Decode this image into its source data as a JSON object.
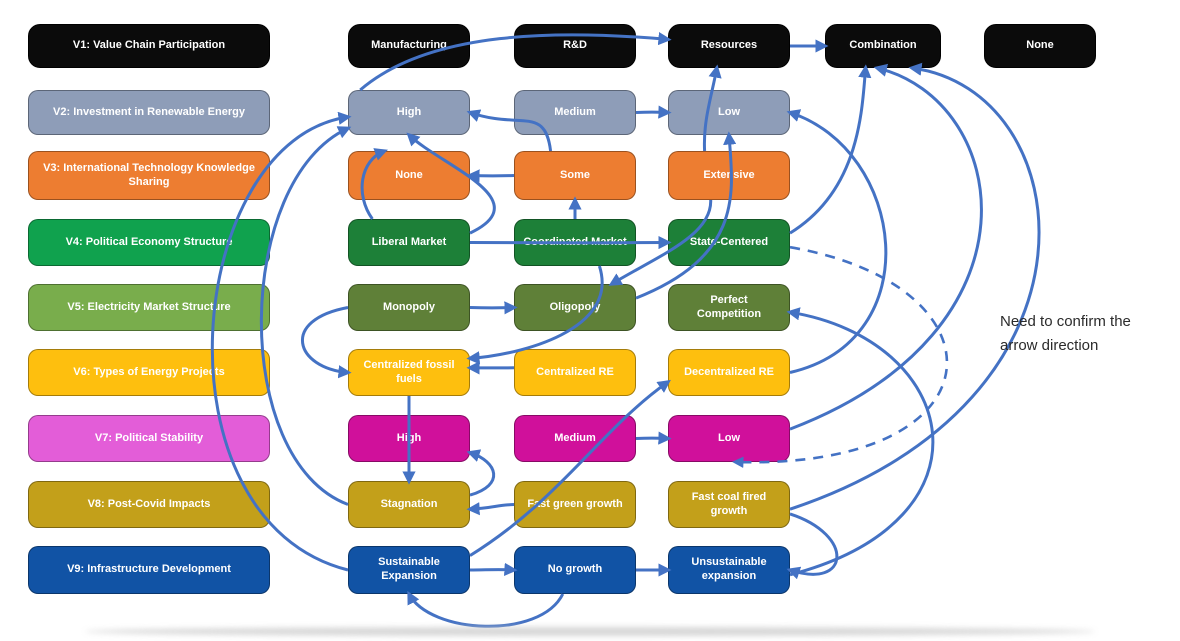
{
  "note": "Need to confirm the arrow direction",
  "arrow_color": "#4472C4",
  "rows": [
    {
      "id": "r1",
      "label": "V1: Value Chain Participation",
      "label_color": "#0b0b0b",
      "option_color": "#0b0b0b",
      "options": [
        "Manufacturing",
        "R&D",
        "Resources",
        "Combination",
        "None"
      ]
    },
    {
      "id": "r2",
      "label": "V2: Investment in Renewable Energy",
      "label_color": "#8e9db8",
      "option_color": "#8e9db8",
      "options": [
        "High",
        "Medium",
        "Low"
      ]
    },
    {
      "id": "r3",
      "label": "V3: International Technology Knowledge Sharing",
      "label_color": "#ED7D31",
      "option_color": "#ED7D31",
      "options": [
        "None",
        "Some",
        "Extensive"
      ]
    },
    {
      "id": "r4",
      "label": "V4: Political Economy Structure",
      "label_color": "#10a24e",
      "option_color": "#1d8038",
      "options": [
        "Liberal Market",
        "Coordinated Market",
        "State-Centered"
      ]
    },
    {
      "id": "r5",
      "label": "V5: Electricity Market Structure",
      "label_color": "#79ad4c",
      "option_color": "#5f8038",
      "options": [
        "Monopoly",
        "Oligopoly",
        "Perfect Competition"
      ]
    },
    {
      "id": "r6",
      "label": "V6: Types of Energy Projects",
      "label_color": "#febf0e",
      "option_color": "#febf0e",
      "options": [
        "Centralized fossil fuels",
        "Centralized RE",
        "Decentralized RE"
      ]
    },
    {
      "id": "r7",
      "label": "V7: Political Stability",
      "label_color": "#e35dd8",
      "option_color": "#d0109b",
      "options": [
        "High",
        "Medium",
        "Low"
      ]
    },
    {
      "id": "r8",
      "label": "V8: Post-Covid Impacts",
      "label_color": "#c3a01a",
      "option_color": "#c3a01a",
      "options": [
        "Stagnation",
        "Fast green growth",
        "Fast coal fired growth"
      ]
    },
    {
      "id": "r9",
      "label": "V9: Infrastructure Development",
      "label_color": "#1153a5",
      "option_color": "#1153a5",
      "options": [
        "Sustainable Expansion",
        "No growth",
        "Unsustainable expansion"
      ]
    }
  ],
  "edges": [
    {
      "from": "r1c3",
      "fs": "right",
      "ft": 0.5,
      "to": "r1c4",
      "ts": "left",
      "tt": 0.5,
      "c1": [
        800,
        46
      ],
      "c2": [
        812,
        46
      ]
    },
    {
      "from": "r2c1",
      "fs": "top",
      "ft": 0.1,
      "to": "r1c3",
      "ts": "left",
      "tt": 0.35,
      "c1": [
        430,
        30
      ],
      "c2": [
        560,
        30
      ]
    },
    {
      "from": "r7c3",
      "fs": "right",
      "ft": 0.3,
      "to": "r1c4",
      "ts": "bottom",
      "tt": 0.45,
      "c1": [
        1050,
        330
      ],
      "c2": [
        1010,
        100
      ]
    },
    {
      "from": "r8c3",
      "fs": "right",
      "ft": 0.6,
      "to": "r1c4",
      "ts": "bottom",
      "tt": 0.75,
      "c1": [
        1120,
        400
      ],
      "c2": [
        1080,
        90
      ]
    },
    {
      "from": "r2c2",
      "fs": "right",
      "ft": 0.5,
      "to": "r2c3",
      "ts": "left",
      "tt": 0.5,
      "c1": [
        648,
        112
      ],
      "c2": [
        656,
        112
      ]
    },
    {
      "from": "r3c2",
      "fs": "left",
      "ft": 0.5,
      "to": "r3c1",
      "ts": "right",
      "tt": 0.5,
      "c1": [
        500,
        176
      ],
      "c2": [
        486,
        176
      ]
    },
    {
      "from": "r4c1",
      "fs": "right",
      "ft": 0.3,
      "to": "r2c1",
      "ts": "bottom",
      "tt": 0.5,
      "c1": [
        540,
        200
      ],
      "c2": [
        440,
        165
      ]
    },
    {
      "from": "r9c1",
      "fs": "left",
      "ft": 0.5,
      "to": "r2c1",
      "ts": "left",
      "tt": 0.6,
      "c1": [
        150,
        520
      ],
      "c2": [
        185,
        140
      ]
    },
    {
      "from": "r8c1",
      "fs": "left",
      "ft": 0.5,
      "to": "r2c1",
      "ts": "left",
      "tt": 0.85,
      "c1": [
        230,
        460
      ],
      "c2": [
        235,
        180
      ]
    },
    {
      "from": "r3c2",
      "fs": "top",
      "ft": 0.3,
      "to": "r2c1",
      "ts": "right",
      "tt": 0.5,
      "c1": [
        545,
        105
      ],
      "c2": [
        520,
        130
      ]
    },
    {
      "from": "r4c2",
      "fs": "top",
      "ft": 0.5,
      "to": "r3c2",
      "ts": "bottom",
      "tt": 0.5,
      "c1": [
        575,
        205
      ],
      "c2": [
        575,
        208
      ]
    },
    {
      "from": "r5c2",
      "fs": "right",
      "ft": 0.3,
      "to": "r2c3",
      "ts": "bottom",
      "tt": 0.5,
      "c1": [
        745,
        255
      ],
      "c2": [
        733,
        190
      ]
    },
    {
      "from": "r3c3",
      "fs": "top",
      "ft": 0.3,
      "to": "r1c3",
      "ts": "bottom",
      "tt": 0.4,
      "c1": [
        703,
        120
      ],
      "c2": [
        712,
        95
      ]
    },
    {
      "from": "r4c1",
      "fs": "top",
      "ft": 0.2,
      "to": "r3c1",
      "ts": "top",
      "tt": 0.3,
      "c1": [
        355,
        195
      ],
      "c2": [
        360,
        160
      ]
    },
    {
      "from": "r4c1",
      "fs": "right",
      "ft": 0.5,
      "to": "r4c3",
      "ts": "left",
      "tt": 0.5,
      "c1": [
        550,
        243
      ],
      "c2": [
        600,
        243
      ]
    },
    {
      "from": "r5c1",
      "fs": "right",
      "ft": 0.5,
      "to": "r5c2",
      "ts": "left",
      "tt": 0.5,
      "c1": [
        486,
        308
      ],
      "c2": [
        498,
        308
      ]
    },
    {
      "from": "r3c3",
      "fs": "bottom",
      "ft": 0.35,
      "to": "r5c2",
      "ts": "top",
      "tt": 0.8,
      "c1": [
        712,
        235
      ],
      "c2": [
        660,
        255
      ]
    },
    {
      "from": "r6c2",
      "fs": "left",
      "ft": 0.4,
      "to": "r6c1",
      "ts": "right",
      "tt": 0.4,
      "c1": [
        495,
        368
      ],
      "c2": [
        486,
        368
      ]
    },
    {
      "from": "r5c1",
      "fs": "left",
      "ft": 0.5,
      "to": "r6c1",
      "ts": "left",
      "tt": 0.5,
      "c1": [
        280,
        320
      ],
      "c2": [
        295,
        368
      ]
    },
    {
      "from": "r6c1",
      "fs": "bottom",
      "ft": 0.5,
      "to": "r8c1",
      "ts": "top",
      "tt": 0.5,
      "c1": [
        409,
        430
      ],
      "c2": [
        409,
        455
      ]
    },
    {
      "from": "r8c1",
      "fs": "right",
      "ft": 0.3,
      "to": "r7c1",
      "ts": "right",
      "tt": 0.8,
      "c1": [
        505,
        485
      ],
      "c2": [
        498,
        462
      ]
    },
    {
      "from": "r7c2",
      "fs": "right",
      "ft": 0.5,
      "to": "r7c3",
      "ts": "left",
      "tt": 0.5,
      "c1": [
        648,
        438
      ],
      "c2": [
        656,
        438
      ]
    },
    {
      "from": "r8c2",
      "fs": "left",
      "ft": 0.5,
      "to": "r8c1",
      "ts": "right",
      "tt": 0.6,
      "c1": [
        498,
        505
      ],
      "c2": [
        492,
        508
      ]
    },
    {
      "from": "r9c1",
      "fs": "right",
      "ft": 0.5,
      "to": "r9c2",
      "ts": "left",
      "tt": 0.5,
      "c1": [
        486,
        570
      ],
      "c2": [
        498,
        569
      ]
    },
    {
      "from": "r9c2",
      "fs": "right",
      "ft": 0.5,
      "to": "r9c3",
      "ts": "left",
      "tt": 0.5,
      "c1": [
        648,
        570
      ],
      "c2": [
        656,
        570
      ]
    },
    {
      "from": "r8c3",
      "fs": "right",
      "ft": 0.7,
      "to": "r9c3",
      "ts": "right",
      "tt": 0.5,
      "c1": [
        855,
        535
      ],
      "c2": [
        850,
        590
      ]
    },
    {
      "from": "r9c2",
      "fs": "bottom",
      "ft": 0.4,
      "to": "r9c1",
      "ts": "bottom",
      "tt": 0.5,
      "c1": [
        540,
        640
      ],
      "c2": [
        430,
        634
      ]
    },
    {
      "from": "r6c3",
      "fs": "right",
      "ft": 0.5,
      "to": "r2c3",
      "ts": "right",
      "tt": 0.5,
      "c1": [
        930,
        340
      ],
      "c2": [
        905,
        150
      ]
    },
    {
      "from": "r9c3",
      "fs": "right",
      "ft": 0.6,
      "to": "r5c3",
      "ts": "right",
      "tt": 0.6,
      "c1": [
        1000,
        520
      ],
      "c2": [
        960,
        340
      ]
    },
    {
      "from": "r4c3",
      "fs": "right",
      "ft": 0.3,
      "to": "r1c4",
      "ts": "bottom",
      "tt": 0.35,
      "c1": [
        860,
        190
      ],
      "c2": [
        862,
        110
      ]
    },
    {
      "from": "r4c2",
      "fs": "bottom",
      "ft": 0.7,
      "to": "r6c1",
      "ts": "right",
      "tt": 0.2,
      "c1": [
        620,
        330
      ],
      "c2": [
        520,
        355
      ]
    },
    {
      "from": "r9c1",
      "fs": "right",
      "ft": 0.2,
      "to": "r6c3",
      "ts": "left",
      "tt": 0.7,
      "c1": [
        560,
        500
      ],
      "c2": [
        600,
        430
      ]
    },
    {
      "from": "r4c3",
      "fs": "right",
      "ft": 0.6,
      "to": "r7c3",
      "ts": "bottom",
      "tt": 0.55,
      "c1": [
        1010,
        285
      ],
      "c2": [
        1005,
        470
      ],
      "dashed": true
    }
  ]
}
